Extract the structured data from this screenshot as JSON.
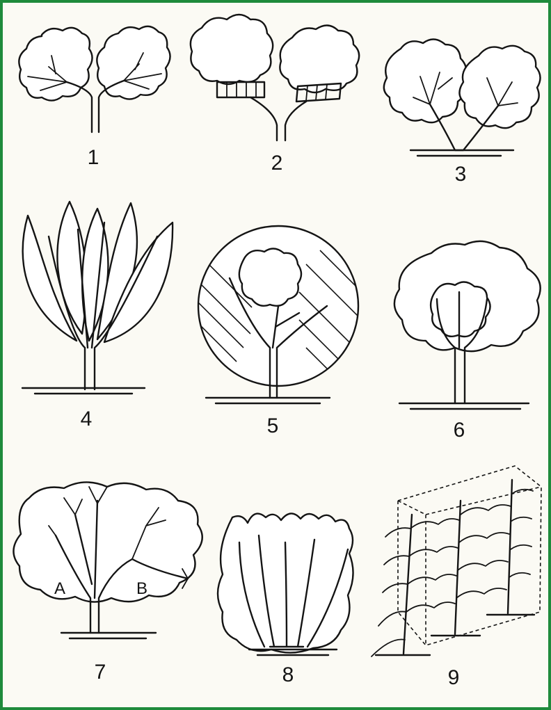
{
  "frame_color": "#1f8a3c",
  "ink_color": "#141414",
  "figures": [
    {
      "label": "1"
    },
    {
      "label": "2"
    },
    {
      "label": "3"
    },
    {
      "label": "4"
    },
    {
      "label": "5"
    },
    {
      "label": "6"
    },
    {
      "label": "7",
      "annotations": [
        "A",
        "B"
      ]
    },
    {
      "label": "8"
    },
    {
      "label": "9"
    }
  ]
}
